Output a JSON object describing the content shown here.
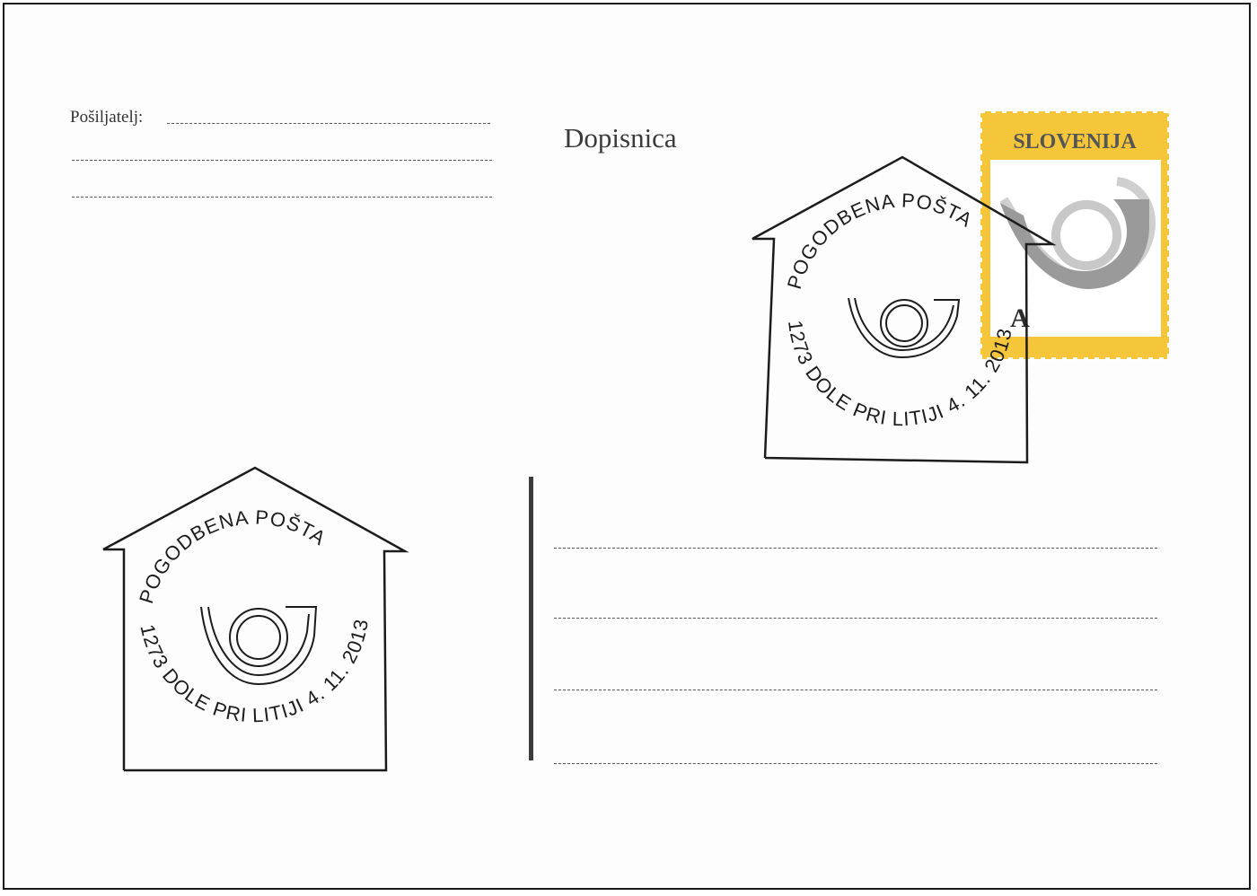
{
  "sender": {
    "label": "Pošiljatelj:"
  },
  "card": {
    "title": "Dopisnica"
  },
  "stamp": {
    "country": "SLOVENIJA",
    "value_mark": "A",
    "colors": {
      "frame": "#f5c53a",
      "horn": "#9a9a9a",
      "horn_light": "#c8c8c8"
    }
  },
  "postmark": {
    "top_text": "POGODBENA POŠTA",
    "bottom_text": "1273 DOLE PRI LITIJI 4. 11. 2013",
    "ink_color": "#1c1c1c"
  }
}
